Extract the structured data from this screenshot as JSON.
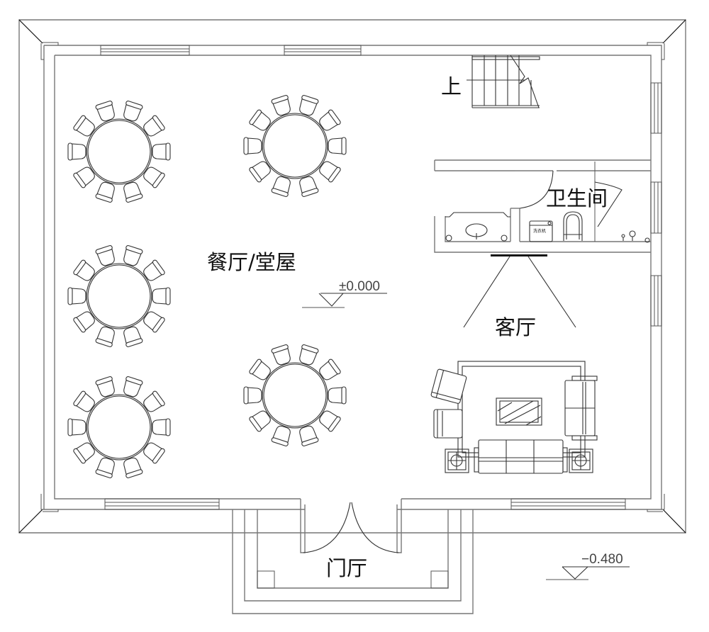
{
  "plan": {
    "title": "First floor plan",
    "rooms": {
      "dining": "餐厅/堂屋",
      "living": "客厅",
      "bathroom": "卫生间",
      "entrance": "门厅",
      "stairs_up": "上"
    },
    "levels": {
      "indoor": "±0.000",
      "outdoor": "−0.480"
    },
    "dining_tables": {
      "count": 5,
      "chairs_per_table": 10
    },
    "appliance_label": "洗衣机"
  }
}
